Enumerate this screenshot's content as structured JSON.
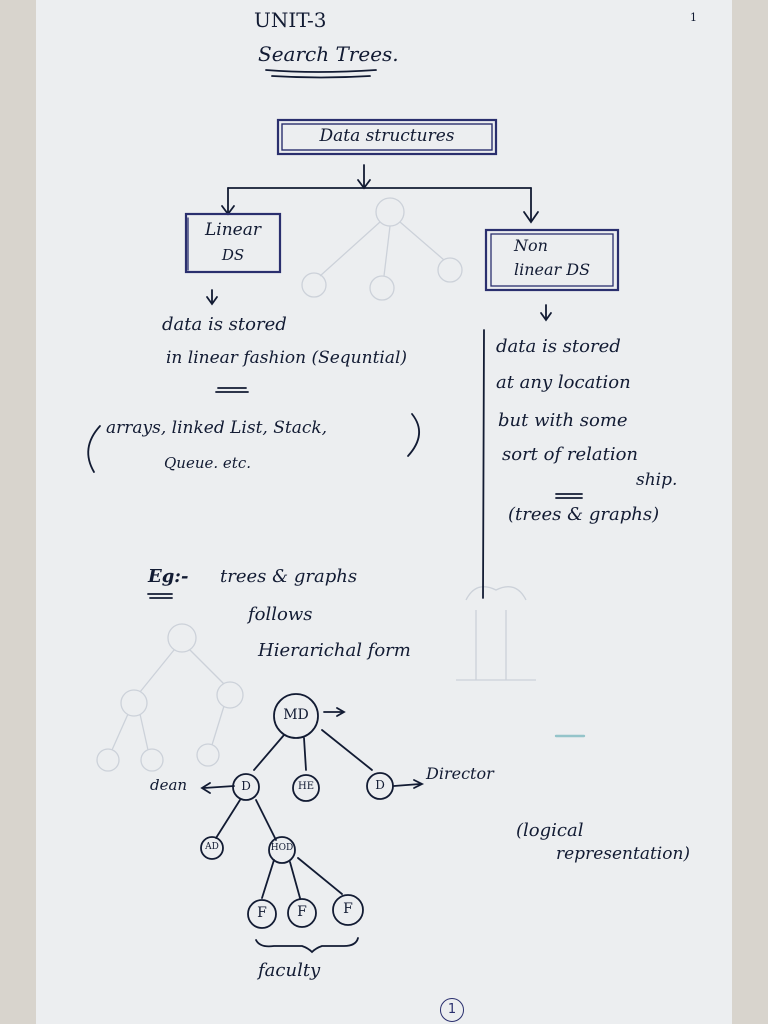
{
  "header": {
    "unit": "UNIT-3",
    "title": "Search Trees.",
    "page_mark": "1"
  },
  "diagram": {
    "root": "Data structures",
    "linear": {
      "title_line1": "Linear",
      "title_line2": "DS"
    },
    "nonlinear": {
      "title_line1": "Non",
      "title_line2": "linear DS"
    }
  },
  "linear_notes": {
    "line1": "data is stored",
    "line2": "in linear fashion (Sequntial)",
    "examples_line1": "arrays, linked List, Stack,",
    "examples_line2": "Queue. etc."
  },
  "nonlinear_notes": {
    "line1": "data is stored",
    "line2": "at any location",
    "line3": "but with some",
    "line4": "sort of relation",
    "line5": "ship.",
    "line6": "(trees & graphs)"
  },
  "example": {
    "label": "Eg:-",
    "line1": "trees & graphs",
    "line2": "follows",
    "line3": "Hierarichal form"
  },
  "tree": {
    "root": "MD",
    "level1": [
      "D",
      "HE",
      "D"
    ],
    "left_label": "dean",
    "right_label": "Director",
    "level2": [
      "AD",
      "HOD"
    ],
    "faculty_nodes": [
      "F",
      "F",
      "F"
    ],
    "faculty_label": "faculty",
    "note_line1": "(logical",
    "note_line2": "representation)"
  },
  "colors": {
    "ink": "#121b33",
    "box_ink": "#2a2f6e",
    "paper": "#eceef0"
  }
}
